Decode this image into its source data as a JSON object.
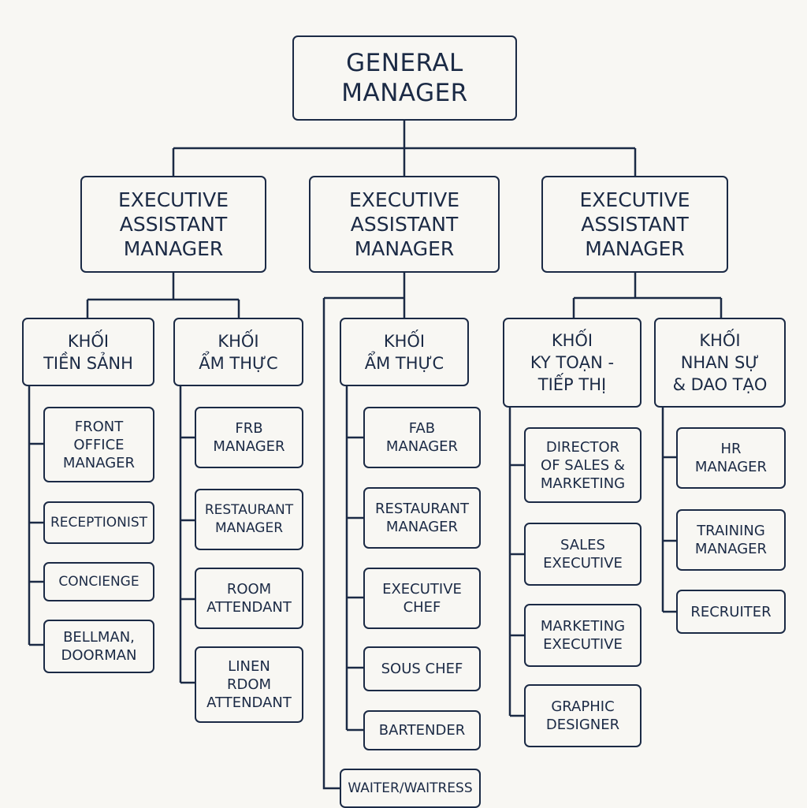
{
  "general_manager": "GENERAL\nMANAGER",
  "executive_assistant_managers": [
    "EXECUTIVE\nASSISTANT\nMANAGER",
    "EXECUTIVE\nASSISTANT\nMANAGER",
    "EXECUTIVE\nASSISTANT\nMANAGER"
  ],
  "divisions": [
    {
      "name": "KHỐI\nTIỀN SẢNH",
      "roles": [
        "FRONT\nOFFICE\nMANAGER",
        "RECEPTIONIST",
        "CONCIENGE",
        "BELLMAN,\nDOORMAN"
      ]
    },
    {
      "name": "KHỐI\nẨM THỰC",
      "roles": [
        "FRB\nMANAGER",
        "RESTAURANT\nMANAGER",
        "ROOM\nATTENDANT",
        "LINEN\nRDOM\nATTENDANT"
      ]
    },
    {
      "name": "KHỐI\nẨM THỰC",
      "roles": [
        "FAB\nMANAGER",
        "RESTAURANT\nMANAGER",
        "EXECUTIVE\nCHEF",
        "SOUS CHEF",
        "BARTENDER"
      ]
    },
    {
      "name": "KHỐI\nKY TOẠN -\nTIẾP THỊ",
      "roles": [
        "DIRECTOR\nOF SALES &\nMARKETING",
        "SALES\nEXECUTIVE",
        "MARKETING\nEXECUTIVE",
        "GRAPHIC\nDESIGNER"
      ]
    },
    {
      "name": "KHỐI\nNHAN SỰ\n& DAO TẠO",
      "roles": [
        "HR\nMANAGER",
        "TRAINING\nMANAGER",
        "RECRUITER"
      ]
    }
  ],
  "extra_role": "WAITER/WAITRESS"
}
